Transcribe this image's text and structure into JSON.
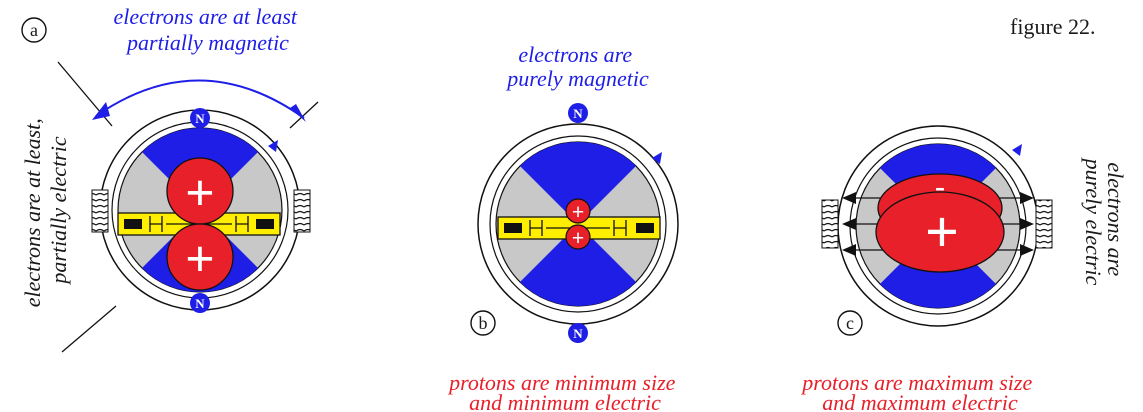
{
  "figure_label": "figure 22.",
  "colors": {
    "blue": "#1e1ee6",
    "red": "#e8202a",
    "yellow": "#ffee00",
    "gray": "#c8c8c8",
    "line": "#111111"
  },
  "panels": {
    "a": {
      "letter": "a",
      "top_caption": [
        "electrons are at least",
        "partially magnetic"
      ],
      "side_caption": [
        "electrons are at least,",
        "partially electric"
      ],
      "pole_label": "N",
      "proton_symbol": "+"
    },
    "b": {
      "letter": "b",
      "top_caption": [
        "electrons are",
        "purely magnetic"
      ],
      "bottom_caption": [
        "protons are minimum size",
        "and minimum electric"
      ],
      "pole_label": "N",
      "proton_symbol": "+"
    },
    "c": {
      "letter": "c",
      "side_caption": [
        "electrons are",
        "purely electric"
      ],
      "bottom_caption": [
        "protons are maximum size",
        "and maximum electric"
      ],
      "proton_symbol": "+",
      "minus_symbol": "-"
    }
  }
}
